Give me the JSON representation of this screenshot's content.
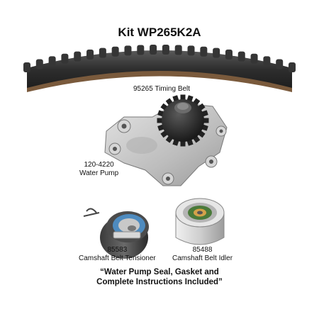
{
  "title": "Kit WP265K2A",
  "parts": {
    "timing_belt": {
      "label": "95265 Timing Belt"
    },
    "water_pump": {
      "number": "120-4220",
      "name": "Water Pump"
    },
    "tensioner": {
      "number": "85583",
      "name": "Camshaft Belt Tensioner"
    },
    "idler": {
      "number": "85488",
      "name": "Camshaft Belt Idler"
    }
  },
  "note": {
    "line1": "“Water Pump Seal, Gasket and",
    "line2": "Complete Instructions Included”"
  },
  "colors": {
    "belt": "#3a3a3a",
    "belt_back": "#8a6a4a",
    "pump_body": "#c9c9c9",
    "gear": "#2b2b2b",
    "tensioner_ring": "#2e2e2e",
    "idler_ring": "#9a9a9a",
    "bearing": "#4a7a3a"
  }
}
